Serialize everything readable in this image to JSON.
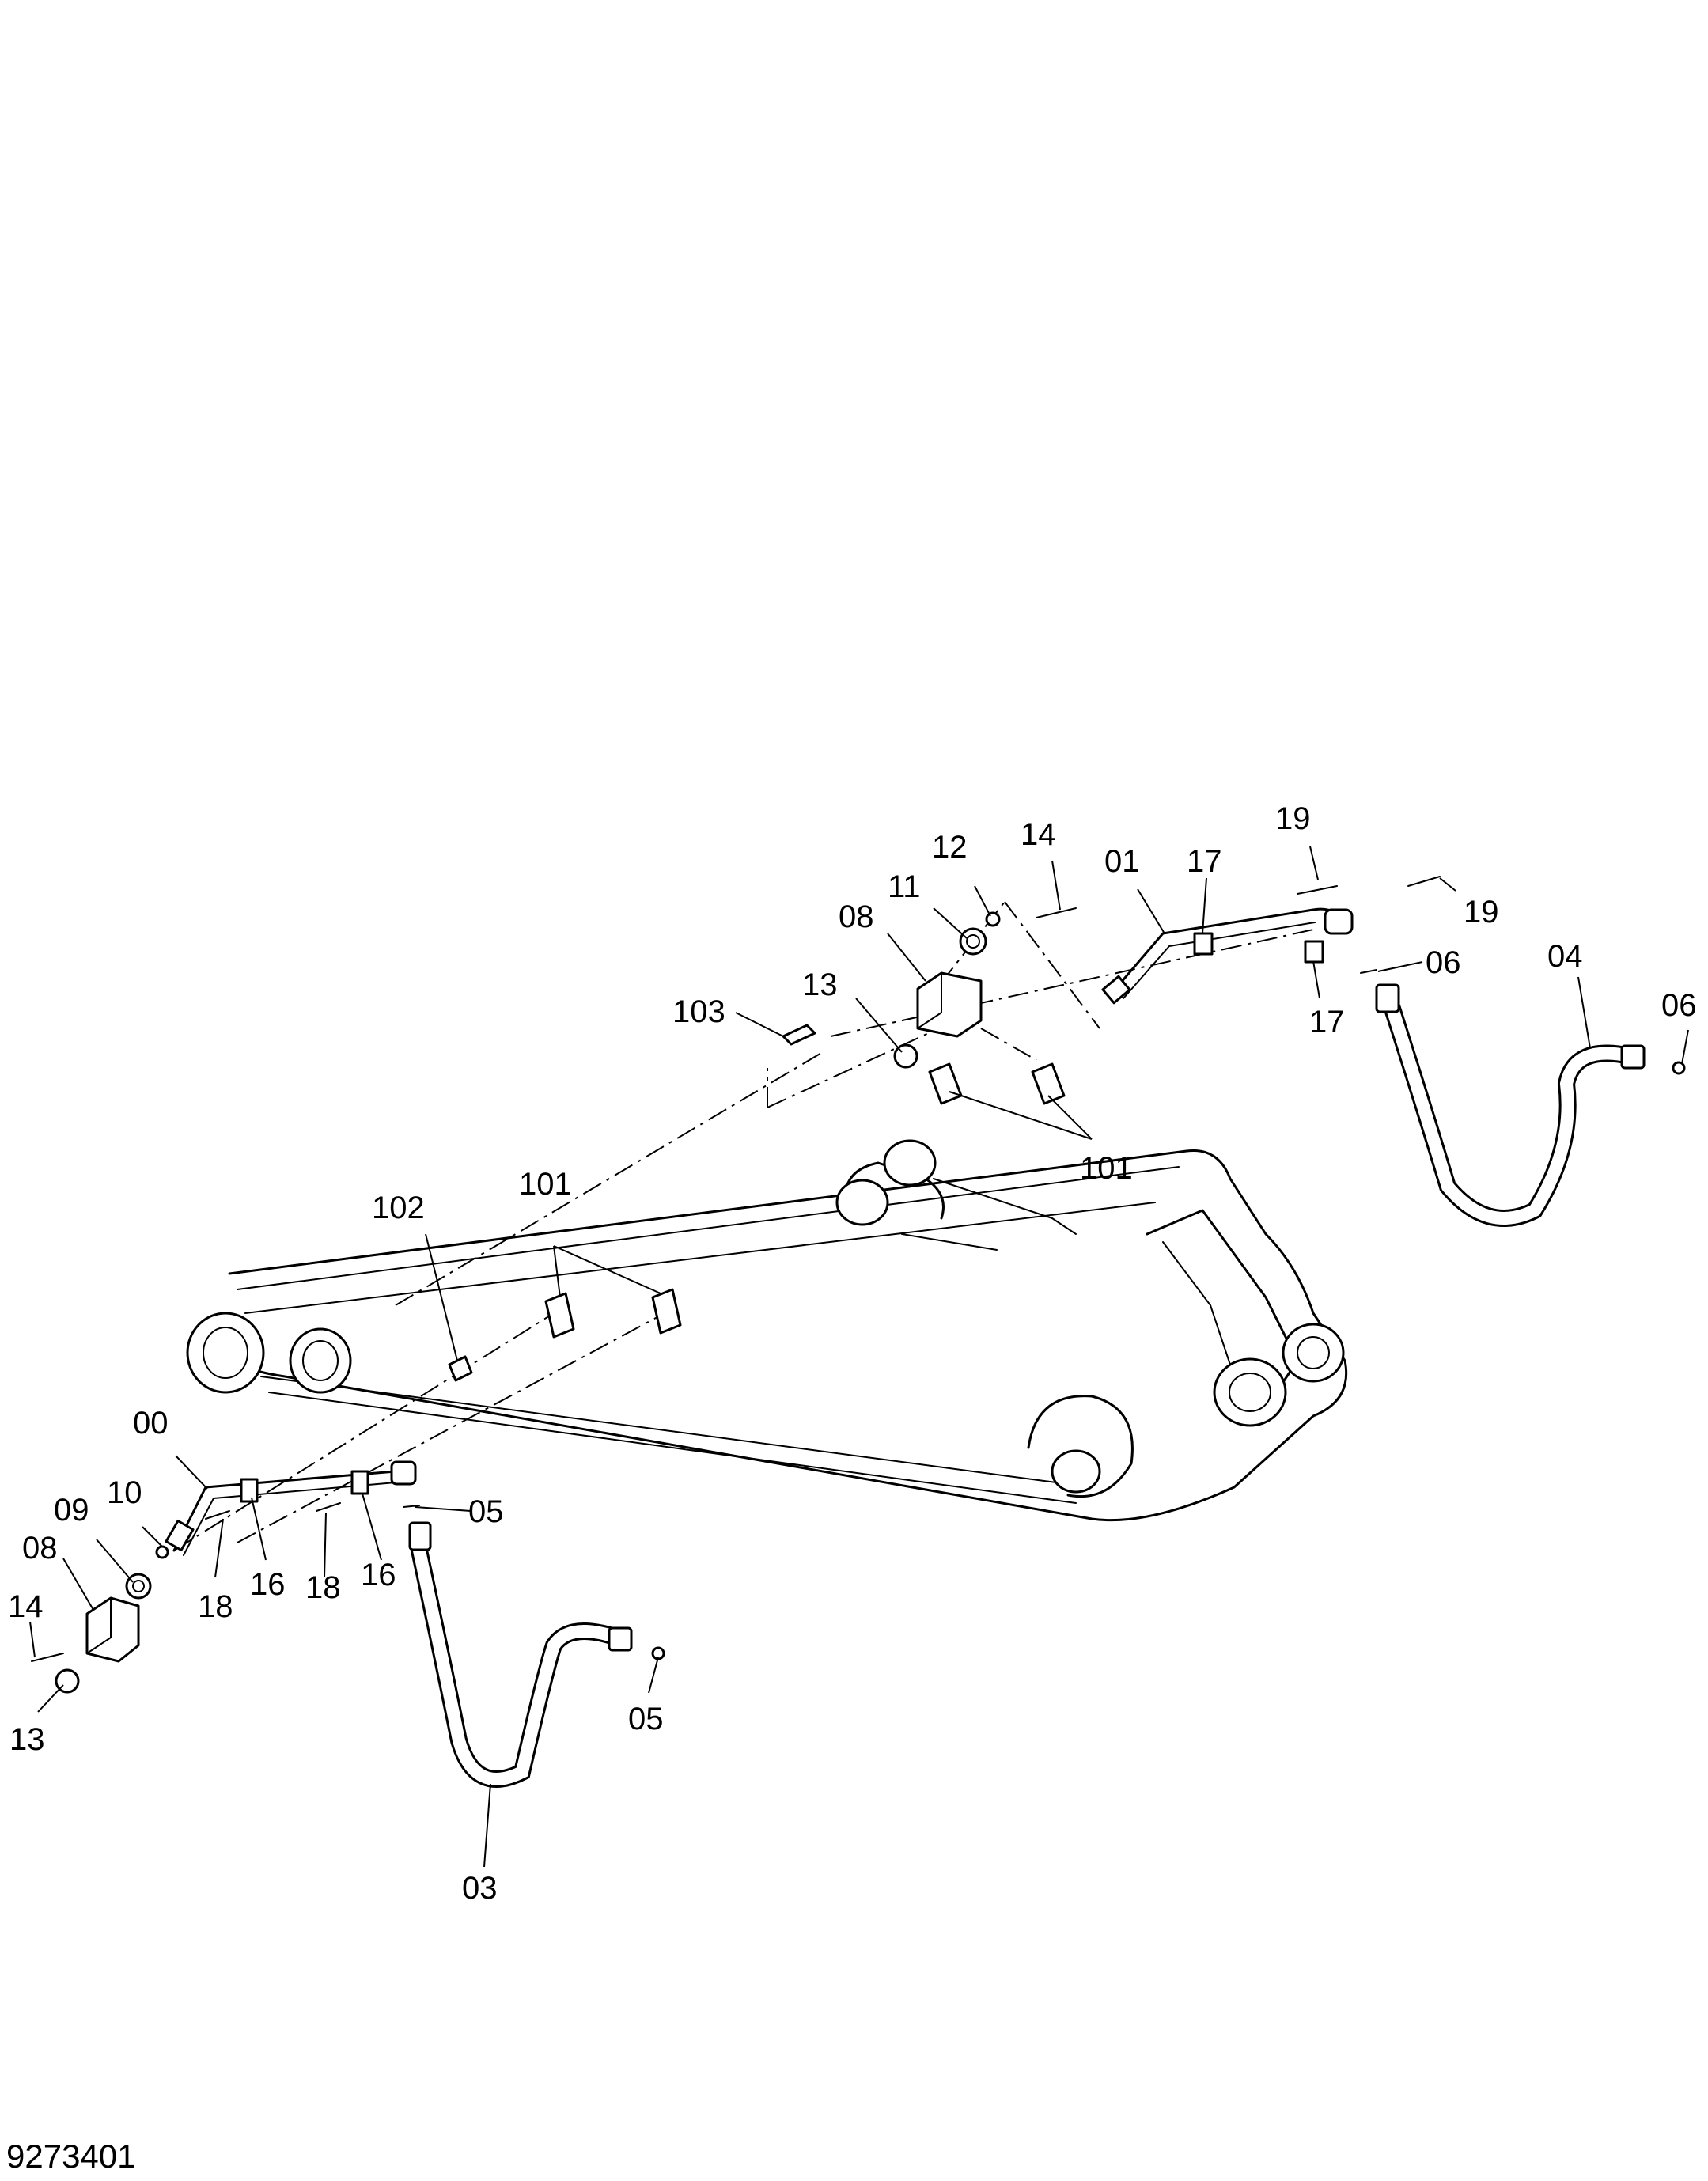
{
  "document_number": "9273401",
  "callouts": [
    {
      "id": "c-19a",
      "label": "19"
    },
    {
      "id": "c-19b",
      "label": "19"
    },
    {
      "id": "c-12",
      "label": "12"
    },
    {
      "id": "c-14a",
      "label": "14"
    },
    {
      "id": "c-01",
      "label": "01"
    },
    {
      "id": "c-17a",
      "label": "17"
    },
    {
      "id": "c-17b",
      "label": "17"
    },
    {
      "id": "c-08a",
      "label": "08"
    },
    {
      "id": "c-11",
      "label": "11"
    },
    {
      "id": "c-06a",
      "label": "06"
    },
    {
      "id": "c-04",
      "label": "04"
    },
    {
      "id": "c-06b",
      "label": "06"
    },
    {
      "id": "c-13a",
      "label": "13"
    },
    {
      "id": "c-103",
      "label": "103"
    },
    {
      "id": "c-101a",
      "label": "101"
    },
    {
      "id": "c-101b",
      "label": "101"
    },
    {
      "id": "c-102",
      "label": "102"
    },
    {
      "id": "c-00",
      "label": "00"
    },
    {
      "id": "c-10",
      "label": "10"
    },
    {
      "id": "c-09",
      "label": "09"
    },
    {
      "id": "c-08b",
      "label": "08"
    },
    {
      "id": "c-05a",
      "label": "05"
    },
    {
      "id": "c-18a",
      "label": "18"
    },
    {
      "id": "c-16a",
      "label": "16"
    },
    {
      "id": "c-18b",
      "label": "18"
    },
    {
      "id": "c-16b",
      "label": "16"
    },
    {
      "id": "c-14b",
      "label": "14"
    },
    {
      "id": "c-13b",
      "label": "13"
    },
    {
      "id": "c-05b",
      "label": "05"
    },
    {
      "id": "c-03",
      "label": "03"
    }
  ]
}
